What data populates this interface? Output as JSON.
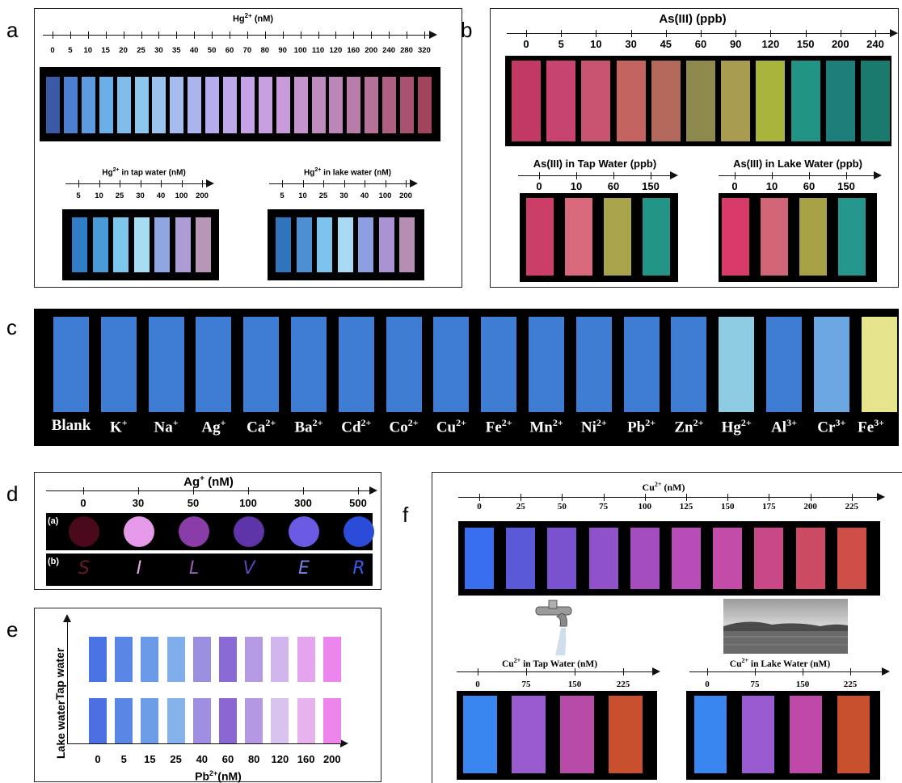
{
  "panel_a": {
    "letter": "a",
    "title_main": "Hg",
    "title_sup": "2+",
    "title_rest": " (nM)",
    "ticks": [
      "0",
      "5",
      "10",
      "15",
      "20",
      "25",
      "30",
      "35",
      "40",
      "50",
      "60",
      "70",
      "80",
      "90",
      "100",
      "110",
      "120",
      "160",
      "200",
      "240",
      "280",
      "320"
    ],
    "colors": [
      "#3a5aa8",
      "#4d7fd0",
      "#5d9ae0",
      "#6aaee8",
      "#7fbcec",
      "#8cc6ee",
      "#9ac4ee",
      "#a4bcee",
      "#acb4ee",
      "#b4acee",
      "#bea8ea",
      "#c4a4e6",
      "#c8a0e0",
      "#c89ad8",
      "#c494cc",
      "#c08cc0",
      "#bc86b6",
      "#b87ca8",
      "#b47298",
      "#ae5f82",
      "#a85070",
      "#a2445e"
    ],
    "tap": {
      "title_main": "Hg",
      "title_sup": "2+",
      "title_rest": " in tap water (nM)",
      "ticks": [
        "5",
        "10",
        "25",
        "30",
        "40",
        "100",
        "200"
      ],
      "colors": [
        "#2f7ec6",
        "#4a9ad8",
        "#7cc6ee",
        "#a6dcf4",
        "#90a6e4",
        "#ae9cd6",
        "#b896b8"
      ]
    },
    "lake": {
      "title_main": "Hg",
      "title_sup": "2+",
      "title_rest": " in lake water (nM)",
      "ticks": [
        "5",
        "10",
        "25",
        "30",
        "40",
        "100",
        "200"
      ],
      "colors": [
        "#3074bc",
        "#4d8fd4",
        "#7cc4ec",
        "#a8d8f2",
        "#8c9ee0",
        "#a892d2",
        "#b48eb4"
      ]
    }
  },
  "panel_b": {
    "letter": "b",
    "title": "As(III) (ppb)",
    "ticks": [
      "0",
      "5",
      "10",
      "30",
      "45",
      "60",
      "90",
      "120",
      "150",
      "200",
      "240"
    ],
    "colors": [
      "#c23a64",
      "#c84470",
      "#c85470",
      "#c46460",
      "#b2685a",
      "#8e8a4e",
      "#a89a4e",
      "#a8b43c",
      "#229486",
      "#1e7e7a",
      "#1a7a6e"
    ],
    "tap": {
      "title": "As(III) in Tap Water (ppb)",
      "ticks": [
        "0",
        "10",
        "60",
        "150"
      ],
      "colors": [
        "#cc3e68",
        "#d8687c",
        "#a8a44c",
        "#229488"
      ]
    },
    "lake": {
      "title": "As(III) in Lake Water (ppb)",
      "ticks": [
        "0",
        "10",
        "60",
        "150"
      ],
      "colors": [
        "#d83a6a",
        "#d26478",
        "#a8a246",
        "#24968c"
      ]
    }
  },
  "panel_c": {
    "letter": "c",
    "ions": [
      {
        "base": "Blank",
        "sup": "",
        "color": "#3f7dd4"
      },
      {
        "base": "K",
        "sup": "+",
        "color": "#3f7dd4"
      },
      {
        "base": "Na",
        "sup": "+",
        "color": "#3f7dd4"
      },
      {
        "base": "Ag",
        "sup": "+",
        "color": "#3f7dd4"
      },
      {
        "base": "Ca",
        "sup": "2+",
        "color": "#3f7dd4"
      },
      {
        "base": "Ba",
        "sup": "2+",
        "color": "#3f7dd4"
      },
      {
        "base": "Cd",
        "sup": "2+",
        "color": "#3f7dd4"
      },
      {
        "base": "Co",
        "sup": "2+",
        "color": "#3f7dd4"
      },
      {
        "base": "Cu",
        "sup": "2+",
        "color": "#3f7dd4"
      },
      {
        "base": "Fe",
        "sup": "2+",
        "color": "#3f7dd4"
      },
      {
        "base": "Mn",
        "sup": "2+",
        "color": "#3f7dd4"
      },
      {
        "base": "Ni",
        "sup": "2+",
        "color": "#3f7dd4"
      },
      {
        "base": "Pb",
        "sup": "2+",
        "color": "#3f7dd4"
      },
      {
        "base": "Zn",
        "sup": "2+",
        "color": "#3f7dd4"
      },
      {
        "base": "Hg",
        "sup": "2+",
        "color": "#8ecce4"
      },
      {
        "base": "Al",
        "sup": "3+",
        "color": "#3f7dd4"
      },
      {
        "base": "Cr",
        "sup": "3+",
        "color": "#6aa6e2"
      },
      {
        "base": "Fe",
        "sup": "3+",
        "color": "#e6e48c"
      }
    ]
  },
  "panel_d": {
    "letter": "d",
    "title_main": "Ag",
    "title_sup": "+",
    "title_rest": " (nM)",
    "ticks": [
      "0",
      "30",
      "50",
      "100",
      "300",
      "500"
    ],
    "row_a_label": "(a)",
    "row_b_label": "(b)",
    "spot_colors": [
      "#4a0a1c",
      "#e49ae8",
      "#8a3ca8",
      "#5e34a8",
      "#6a5ae4",
      "#2a4cd8"
    ],
    "letters": [
      "S",
      "I",
      "L",
      "V",
      "E",
      "R"
    ],
    "letter_colors": [
      "#6a1a2a",
      "#e2a8e2",
      "#9a5ab8",
      "#5a48b8",
      "#7a80e8",
      "#3a58e8"
    ]
  },
  "panel_e": {
    "letter": "e",
    "y_label_top": "Tap water",
    "y_label_bottom": "Lake water",
    "x_title_main": "Pb",
    "x_title_sup": "2+",
    "x_title_rest": "(nM)",
    "ticks": [
      "0",
      "5",
      "15",
      "25",
      "40",
      "60",
      "80",
      "120",
      "160",
      "200"
    ],
    "tap_colors": [
      "#4a74e4",
      "#5a86e6",
      "#6a9ae8",
      "#80aeec",
      "#9a8ee0",
      "#8a6ad4",
      "#b49ae4",
      "#d0b6ec",
      "#e4a4ee",
      "#ec86ee"
    ],
    "lake_colors": [
      "#4a70e2",
      "#5a86e6",
      "#6c9ce8",
      "#86b2ec",
      "#a08ee0",
      "#8a66d2",
      "#b498e4",
      "#d8c2ee",
      "#e6b2ec",
      "#ec84ec"
    ]
  },
  "panel_f": {
    "letter": "f",
    "title_main": "Cu",
    "title_sup": "2+",
    "title_rest": " (nM)",
    "ticks": [
      "0",
      "25",
      "50",
      "75",
      "100",
      "125",
      "150",
      "175",
      "200",
      "225"
    ],
    "colors": [
      "#3a6ef0",
      "#5a5ad8",
      "#7a52d0",
      "#9052c8",
      "#a44cbe",
      "#b84cb8",
      "#c24ca8",
      "#c84888",
      "#cc4a64",
      "#cc4e46"
    ],
    "tap": {
      "title_main": "Cu",
      "title_sup": "2+",
      "title_rest": " in Tap Water (nM)",
      "ticks": [
        "0",
        "75",
        "150",
        "225"
      ],
      "colors": [
        "#3a86f0",
        "#9a5ad0",
        "#b84aa8",
        "#c8502e"
      ]
    },
    "lake": {
      "title_main": "Cu",
      "title_sup": "2+",
      "title_rest": " in Lake Water (nM)",
      "ticks": [
        "0",
        "75",
        "150",
        "225"
      ],
      "colors": [
        "#3a86f0",
        "#9a5ad0",
        "#c048a8",
        "#c8502e"
      ]
    }
  }
}
